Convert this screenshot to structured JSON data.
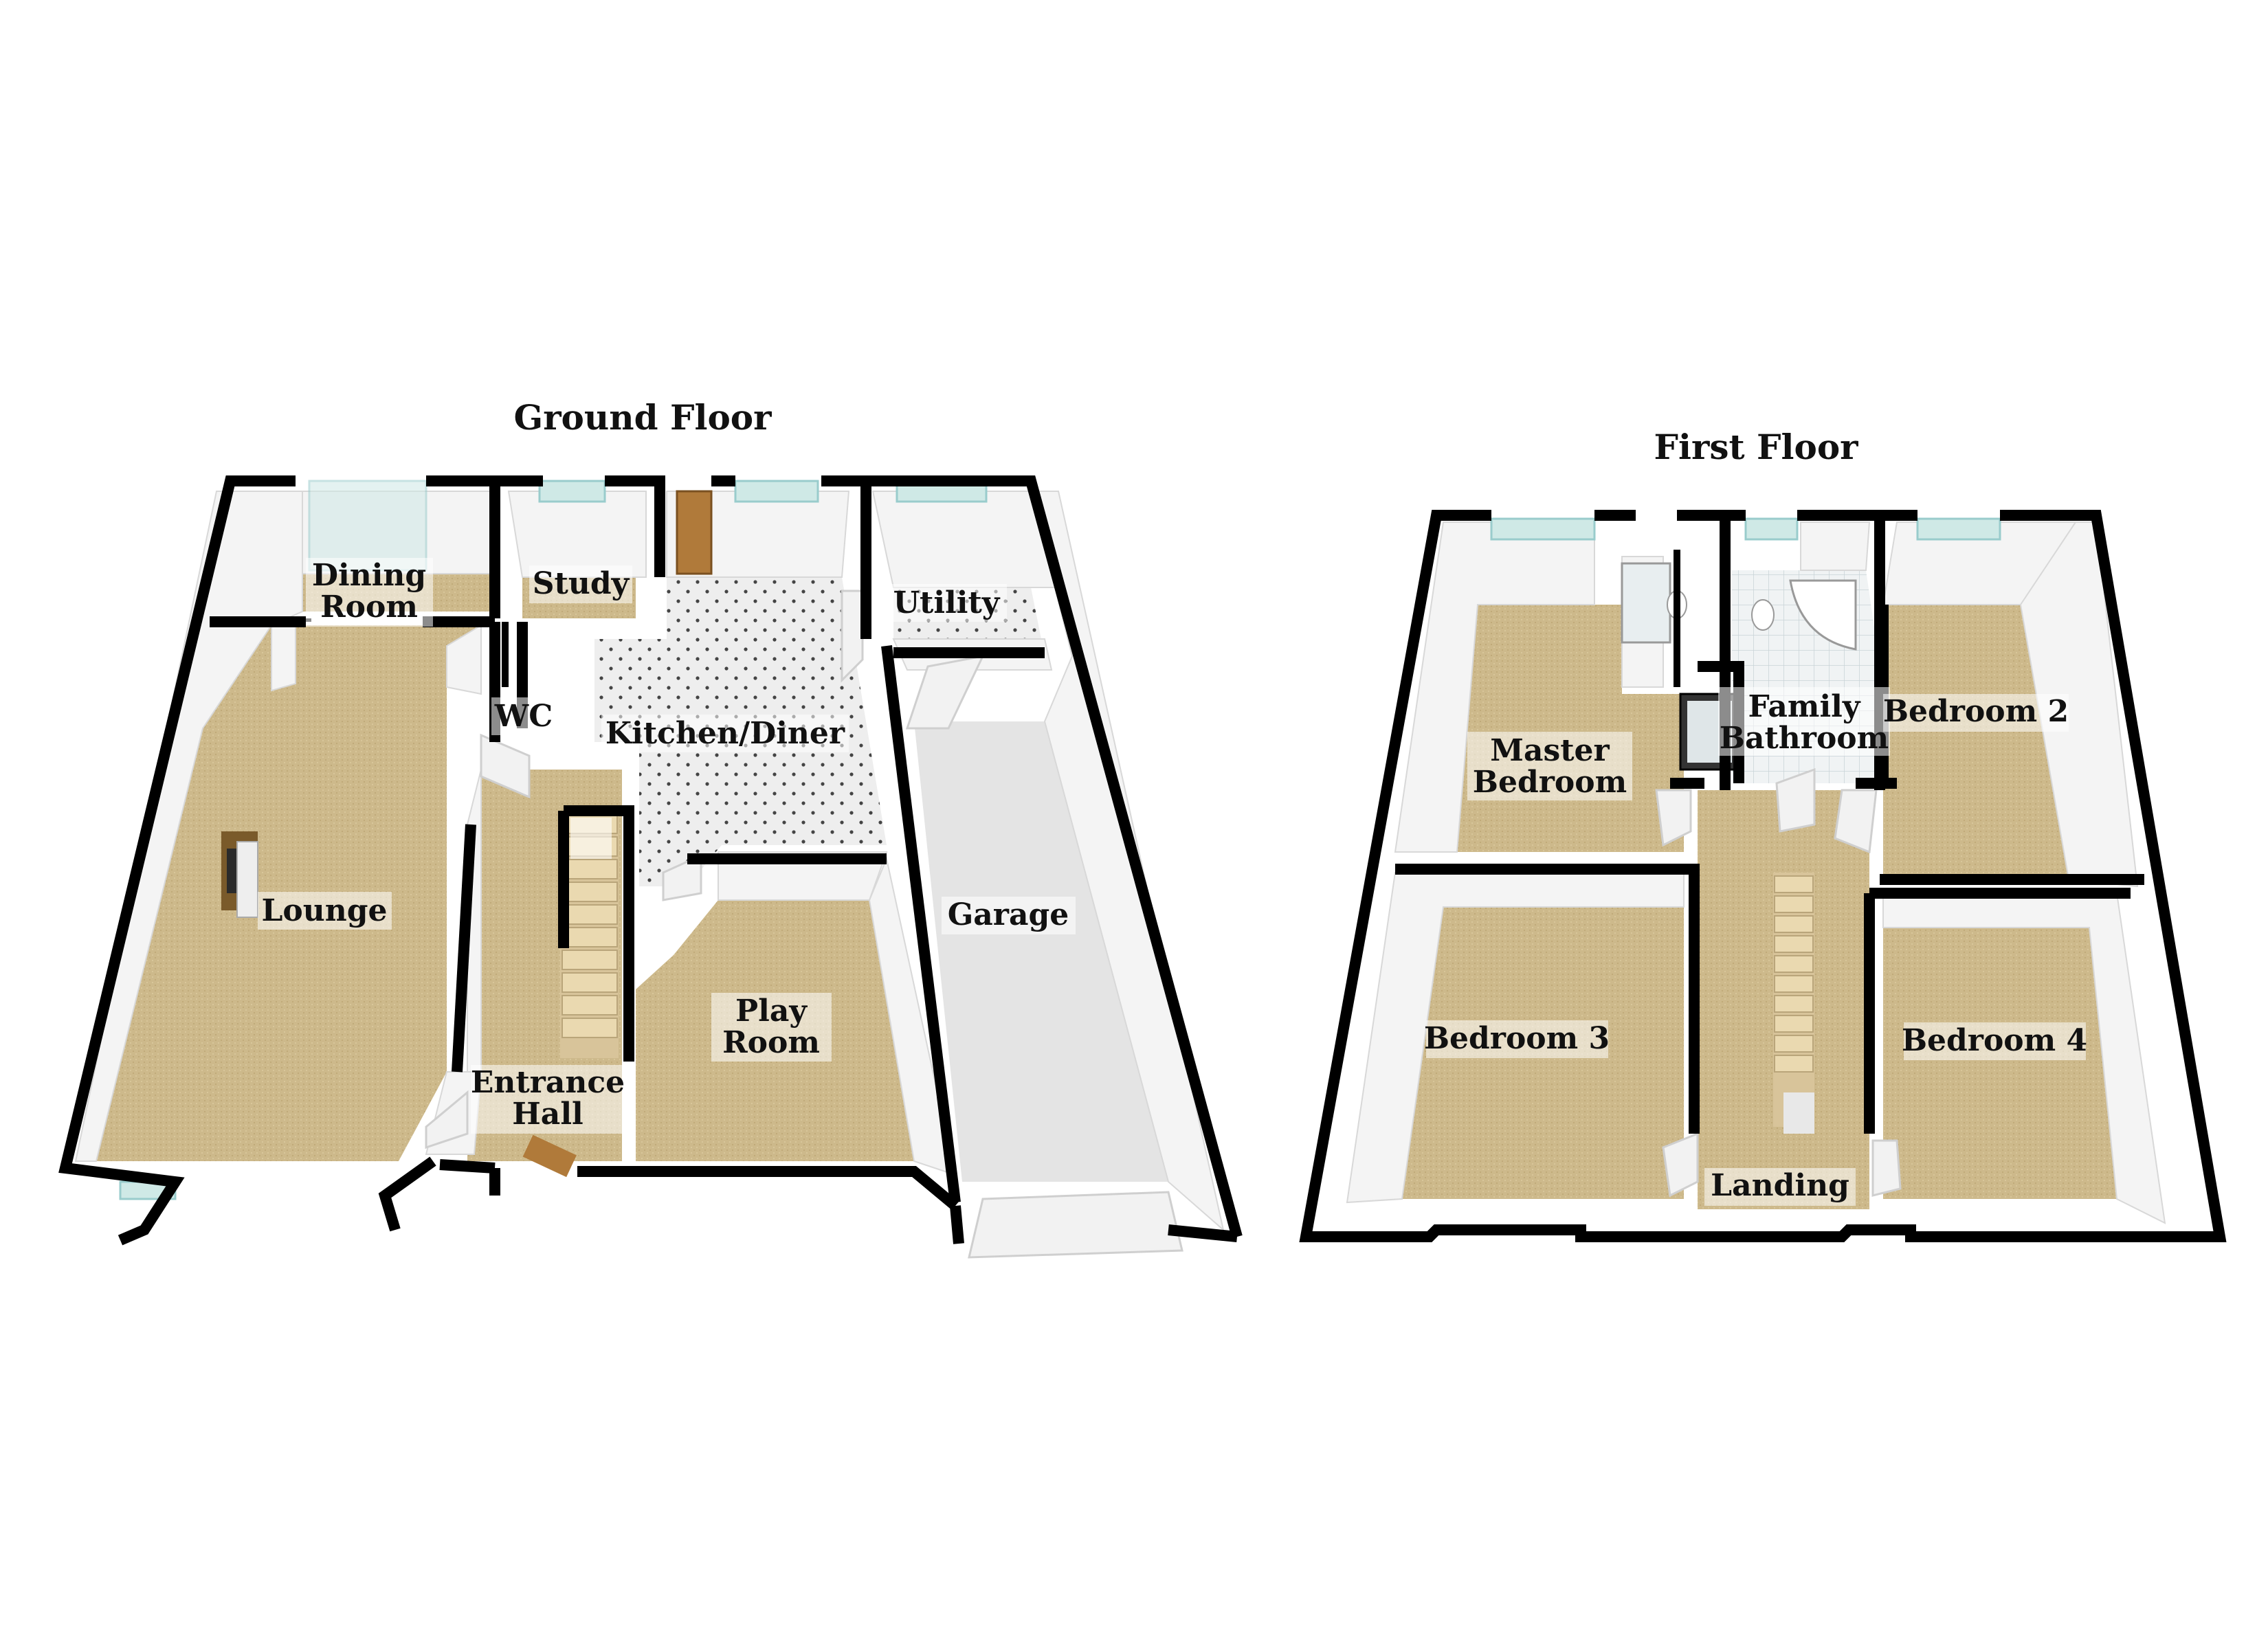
{
  "floors": [
    {
      "title": "Ground Floor",
      "rooms": [
        {
          "id": "dining-room",
          "lines": [
            "Dining",
            "Room"
          ]
        },
        {
          "id": "study",
          "lines": [
            "Study"
          ]
        },
        {
          "id": "utility",
          "lines": [
            "Utility"
          ]
        },
        {
          "id": "wc",
          "lines": [
            "WC"
          ]
        },
        {
          "id": "kitchen-diner",
          "lines": [
            "Kitchen/Diner"
          ]
        },
        {
          "id": "lounge",
          "lines": [
            "Lounge"
          ]
        },
        {
          "id": "garage",
          "lines": [
            "Garage"
          ]
        },
        {
          "id": "play-room",
          "lines": [
            "Play",
            "Room"
          ]
        },
        {
          "id": "entrance-hall",
          "lines": [
            "Entrance",
            "Hall"
          ]
        }
      ]
    },
    {
      "title": "First Floor",
      "rooms": [
        {
          "id": "master-bedroom",
          "lines": [
            "Master",
            "Bedroom"
          ]
        },
        {
          "id": "family-bathroom",
          "lines": [
            "Family",
            "Bathroom"
          ]
        },
        {
          "id": "bedroom-2",
          "lines": [
            "Bedroom 2"
          ]
        },
        {
          "id": "bedroom-3",
          "lines": [
            "Bedroom 3"
          ]
        },
        {
          "id": "bedroom-4",
          "lines": [
            "Bedroom 4"
          ]
        },
        {
          "id": "landing",
          "lines": [
            "Landing"
          ]
        }
      ]
    }
  ],
  "colors": {
    "carpet": "#cdb98b",
    "tile": "#ececec",
    "concrete": "#e4e4e4",
    "wall": "#000000",
    "window": "#cfe9e6"
  }
}
